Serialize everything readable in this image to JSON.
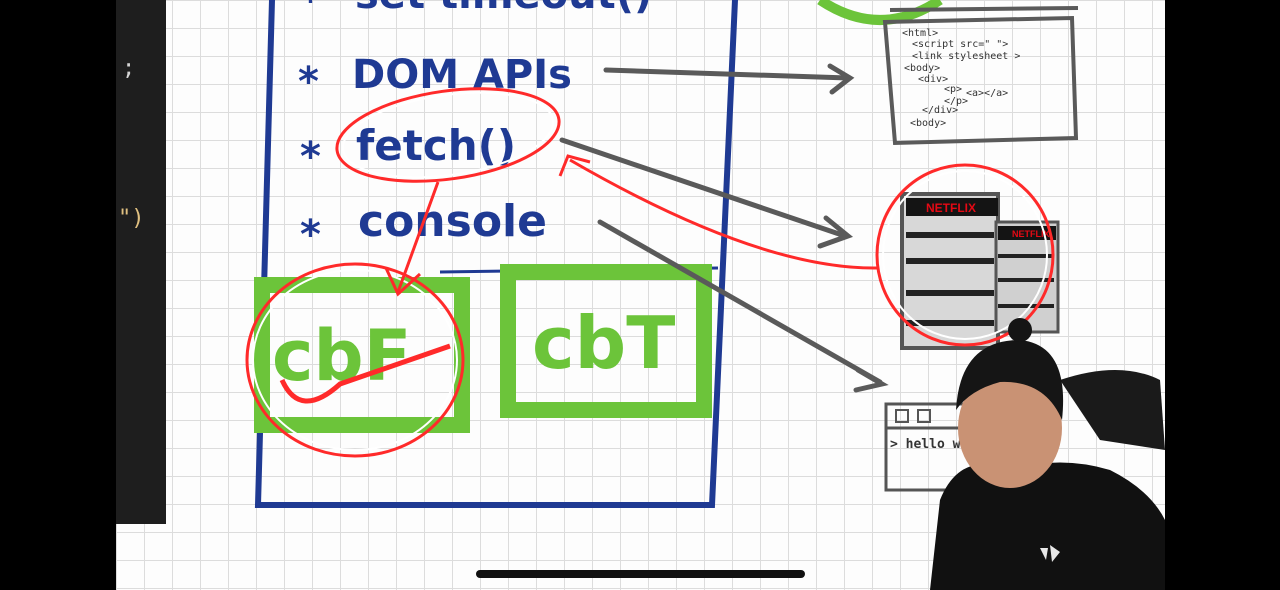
{
  "code_fragments": {
    "semicolon": ";",
    "paren": "\")"
  },
  "list": {
    "bullet": "*",
    "items": [
      "set timeout()",
      "DOM APIs",
      "fetch()",
      "console"
    ]
  },
  "callbacks": {
    "left": "cbF",
    "right": "cbT"
  },
  "html_doc": {
    "lines": [
      "<html>",
      "<script src=\"  \">",
      "<link stylesheet >",
      "<body>",
      "<div>",
      "<p>",
      "<a></a>",
      "</p>",
      "</div>",
      "<body>"
    ]
  },
  "netflix": {
    "brand": "NETFLIX"
  },
  "console_window": {
    "output": "> hello w"
  },
  "colors": {
    "ink_blue": "#1f3a93",
    "marker_green": "#6cc43a",
    "highlight_red": "#ff2a2a",
    "arrow_gray": "#5a5a5a",
    "netflix_red": "#e50914"
  }
}
